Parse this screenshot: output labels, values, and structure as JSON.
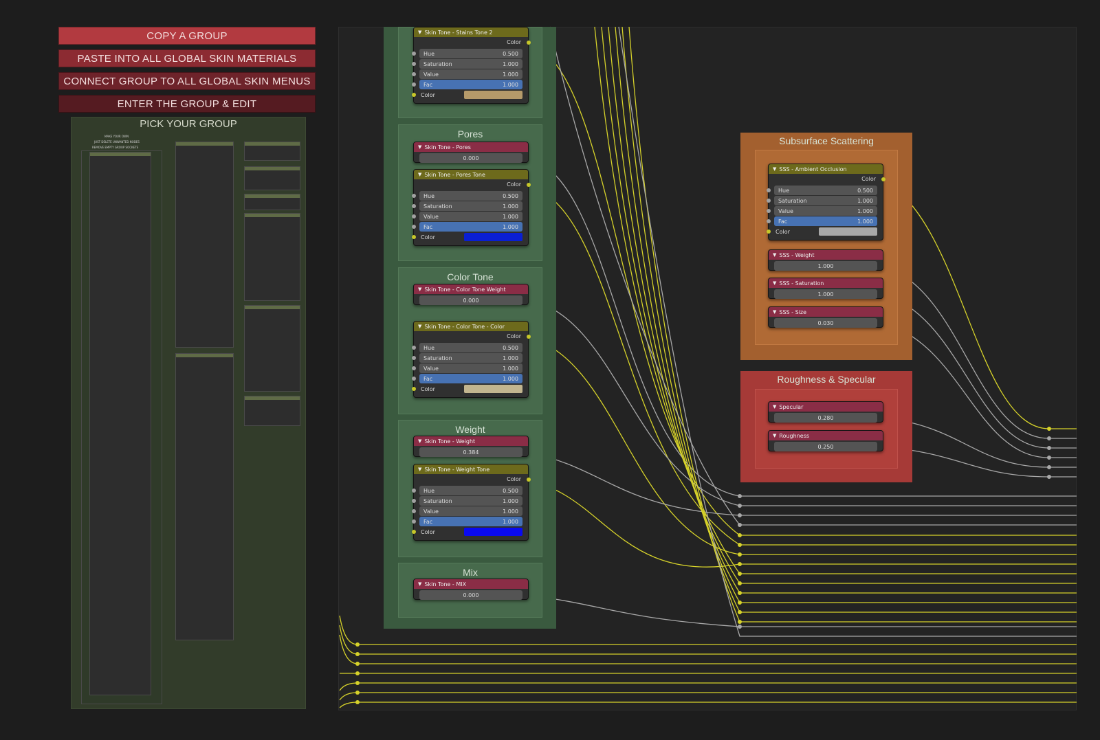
{
  "actions": {
    "copy_group": "COPY A GROUP",
    "paste_all": "PASTE INTO ALL GLOBAL SKIN MATERIALS",
    "connect_all": "CONNECT GROUP TO ALL GLOBAL SKIN MENUS",
    "enter_edit": "ENTER THE GROUP & EDIT"
  },
  "pick": {
    "title": "PICK YOUR GROUP",
    "notes": [
      "MAKE YOUR OWN",
      "JUST DELETE UNWANTED NODES",
      "REMOVE EMPTY GROUP SOCKETS"
    ]
  },
  "frames": {
    "pores": "Pores",
    "color_tone": "Color Tone",
    "weight": "Weight",
    "mix": "Mix",
    "sss": "Subsurface Scattering",
    "rough": "Roughness & Specular"
  },
  "labels": {
    "color": "Color",
    "hue": "Hue",
    "saturation": "Saturation",
    "value": "Value",
    "fac": "Fac"
  },
  "nodes": {
    "stains_tone": {
      "title": "Skin Tone - Stains Tone 2",
      "hue": "0.500",
      "sat": "1.000",
      "val": "1.000",
      "fac": "1.000",
      "swatch": "#b59a6a"
    },
    "pores": {
      "title": "Skin Tone - Pores",
      "value": "0.000"
    },
    "pores_tone": {
      "title": "Skin Tone - Pores Tone",
      "hue": "0.500",
      "sat": "1.000",
      "val": "1.000",
      "fac": "1.000",
      "swatch": "#0a1fd4"
    },
    "color_weight": {
      "title": "Skin Tone - Color Tone Weight",
      "value": "0.000"
    },
    "color_tone": {
      "title": "Skin Tone - Color Tone - Color",
      "hue": "0.500",
      "sat": "1.000",
      "val": "1.000",
      "fac": "1.000",
      "swatch": "#c2b58f"
    },
    "weight": {
      "title": "Skin Tone - Weight",
      "value": "0.384"
    },
    "weight_tone": {
      "title": "Skin Tone - Weight Tone",
      "hue": "0.500",
      "sat": "1.000",
      "val": "1.000",
      "fac": "1.000",
      "swatch": "#0a0af0"
    },
    "mix": {
      "title": "Skin Tone - MIX",
      "value": "0.000"
    },
    "sss_ao": {
      "title": "SSS - Ambient Occlusion",
      "hue": "0.500",
      "sat": "1.000",
      "val": "1.000",
      "fac": "1.000",
      "swatch": "#a8a8a8"
    },
    "sss_weight": {
      "title": "SSS - Weight",
      "value": "1.000"
    },
    "sss_sat": {
      "title": "SSS - Saturation",
      "value": "1.000"
    },
    "sss_size": {
      "title": "SSS - Size",
      "value": "0.030"
    },
    "specular": {
      "title": "Specular",
      "value": "0.280"
    },
    "roughness": {
      "title": "Roughness",
      "value": "0.250"
    }
  },
  "colors": {
    "wire_yellow": "#d6d22a",
    "wire_grey": "#a8a8a8",
    "frame_green": "#3a5a3f",
    "frame_orange": "#a3602f",
    "frame_red": "#a63a37"
  }
}
